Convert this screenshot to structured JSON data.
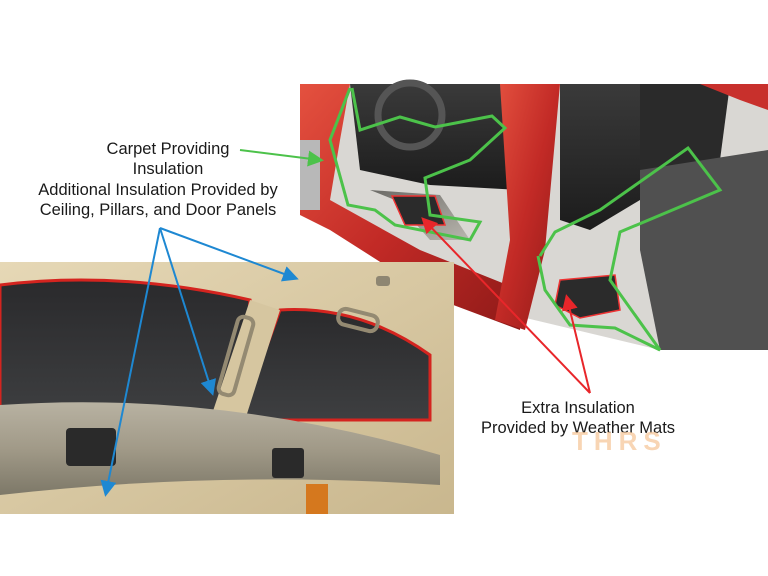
{
  "figure": {
    "subject": "Car interior insulation diagram",
    "labels": {
      "carpet": [
        "Carpet Providing",
        "Insulation"
      ],
      "ceiling": [
        "Additional Insulation Provided by",
        "Ceiling, Pillars, and Door Panels"
      ],
      "mats": [
        "Extra Insulation",
        "Provided by Weather Mats"
      ]
    },
    "watermark": "THRS",
    "colors": {
      "carpet_outline": "#4cc24a",
      "mat_arrow": "#e8262a",
      "ceiling_arrow": "#1e88d2",
      "car_body": "#c8302c",
      "headliner": "#d8c8a4",
      "watermark": "#f6c89b"
    },
    "images": [
      {
        "name": "car-interior-photo",
        "desc": "Red car with open door showing front and rear floor carpets outlined in green and weather mats glowing red"
      },
      {
        "name": "headliner-photo",
        "desc": "Car ceiling headliner with windows, grab handle, pillar and rear door panel"
      }
    ]
  }
}
